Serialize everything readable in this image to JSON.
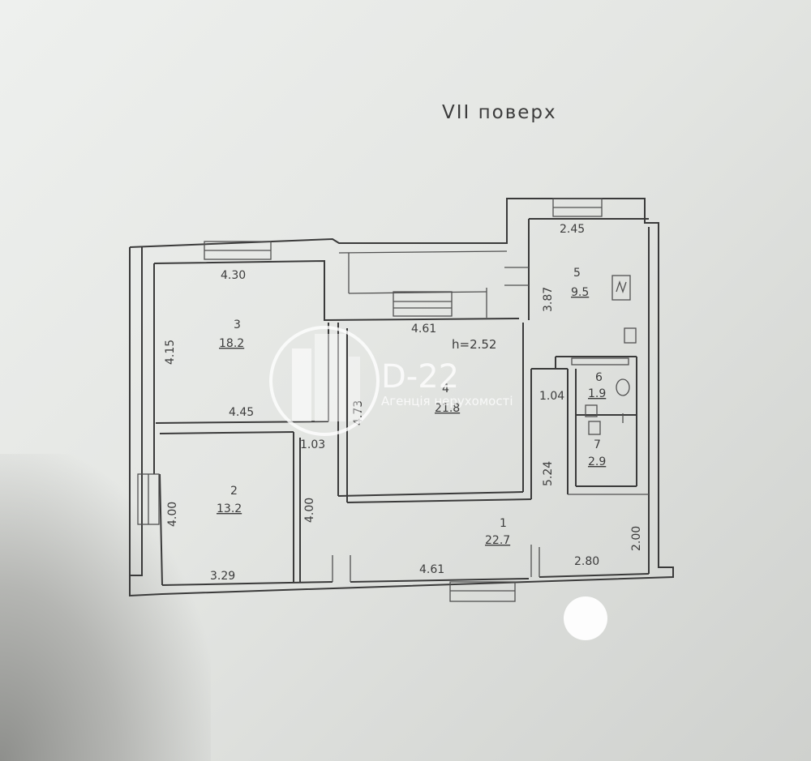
{
  "floor_title": "VII поверх",
  "ceiling_height": "h=2.52",
  "rooms": [
    {
      "number": "1",
      "area": "22.7"
    },
    {
      "number": "2",
      "area": "13.2"
    },
    {
      "number": "3",
      "area": "18.2"
    },
    {
      "number": "4",
      "area": "21.8"
    },
    {
      "number": "5",
      "area": "9.5"
    },
    {
      "number": "6",
      "area": "1.9"
    },
    {
      "number": "7",
      "area": "2.9"
    }
  ],
  "dimensions": {
    "room3_top": "4.30",
    "room3_left": "4.15",
    "room3_bottom": "4.45",
    "room4_top": "4.61",
    "room4_left": "4.73",
    "room2_left": "4.00",
    "room2_right": "4.00",
    "room2_bottom": "3.29",
    "door_width": "1.03",
    "hall_bottom": "4.61",
    "room4_right": "5.24",
    "room5_top": "2.45",
    "room5_left": "3.87",
    "bath_width": "1.04",
    "corridor_right": "2.00",
    "corridor_bottom": "2.80"
  },
  "watermark": {
    "brand": "D-22",
    "subtitle": "Агенція нерухомості"
  }
}
